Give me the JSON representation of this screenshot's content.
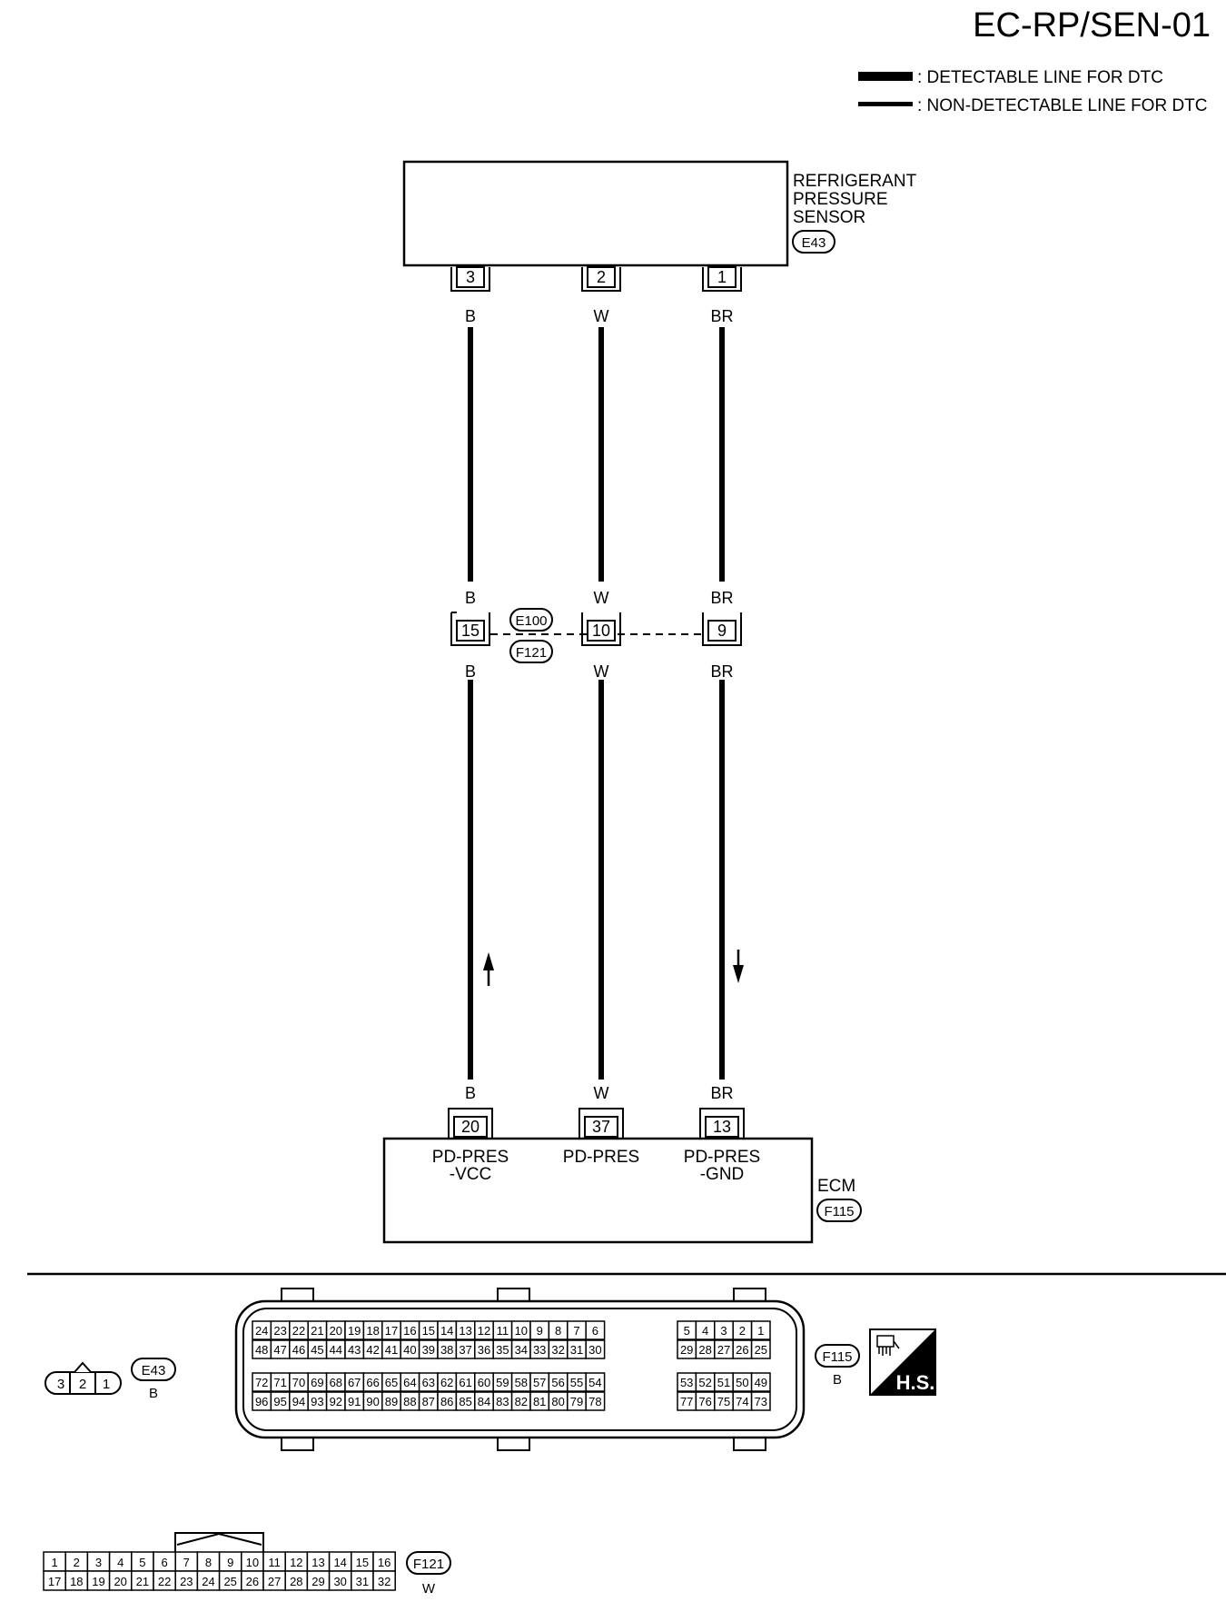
{
  "page_id": "EC-RP/SEN-01",
  "legend": [
    {
      "style": "thick",
      "label": ": DETECTABLE LINE FOR DTC"
    },
    {
      "style": "thin",
      "label": ": NON-DETECTABLE LINE FOR DTC"
    }
  ],
  "sensor": {
    "name_lines": [
      "REFRIGERANT",
      "PRESSURE",
      "SENSOR"
    ],
    "connector": "E43"
  },
  "wires": [
    {
      "sensor_pin": "3",
      "color": "B",
      "joint_pin": "15",
      "ecm_pin": "20",
      "ecm_label": [
        "PD-PRES",
        "-VCC"
      ],
      "flow": "up"
    },
    {
      "sensor_pin": "2",
      "color": "W",
      "joint_pin": "10",
      "ecm_pin": "37",
      "ecm_label": [
        "PD-PRES"
      ],
      "flow": ""
    },
    {
      "sensor_pin": "1",
      "color": "BR",
      "joint_pin": "9",
      "ecm_pin": "13",
      "ecm_label": [
        "PD-PRES",
        "-GND"
      ],
      "flow": "down"
    }
  ],
  "joint_connector": {
    "upper": "E100",
    "lower": "F121"
  },
  "ecm": {
    "name": "ECM",
    "connector": "F115"
  },
  "connector_views": {
    "e43": {
      "pins": [
        "3",
        "2",
        "1"
      ],
      "id": "E43",
      "color": "B"
    },
    "f115": {
      "id": "F115",
      "color": "B",
      "left_rows": [
        [
          "24",
          "23",
          "22",
          "21",
          "20",
          "19",
          "18",
          "17",
          "16",
          "15",
          "14",
          "13",
          "12",
          "11",
          "10",
          "9",
          "8",
          "7",
          "6"
        ],
        [
          "48",
          "47",
          "46",
          "45",
          "44",
          "43",
          "42",
          "41",
          "40",
          "39",
          "38",
          "37",
          "36",
          "35",
          "34",
          "33",
          "32",
          "31",
          "30"
        ],
        [
          "72",
          "71",
          "70",
          "69",
          "68",
          "67",
          "66",
          "65",
          "64",
          "63",
          "62",
          "61",
          "60",
          "59",
          "58",
          "57",
          "56",
          "55",
          "54"
        ],
        [
          "96",
          "95",
          "94",
          "93",
          "92",
          "91",
          "90",
          "89",
          "88",
          "87",
          "86",
          "85",
          "84",
          "83",
          "82",
          "81",
          "80",
          "79",
          "78"
        ]
      ],
      "right_rows": [
        [
          "5",
          "4",
          "3",
          "2",
          "1"
        ],
        [
          "29",
          "28",
          "27",
          "26",
          "25"
        ],
        [
          "53",
          "52",
          "51",
          "50",
          "49"
        ],
        [
          "77",
          "76",
          "75",
          "74",
          "73"
        ]
      ]
    },
    "f121": {
      "id": "F121",
      "color": "W",
      "rows": [
        [
          "1",
          "2",
          "3",
          "4",
          "5",
          "6",
          "7",
          "8",
          "9",
          "10",
          "11",
          "12",
          "13",
          "14",
          "15",
          "16"
        ],
        [
          "17",
          "18",
          "19",
          "20",
          "21",
          "22",
          "23",
          "24",
          "25",
          "26",
          "27",
          "28",
          "29",
          "30",
          "31",
          "32"
        ]
      ]
    }
  },
  "hs_badge": "H.S."
}
